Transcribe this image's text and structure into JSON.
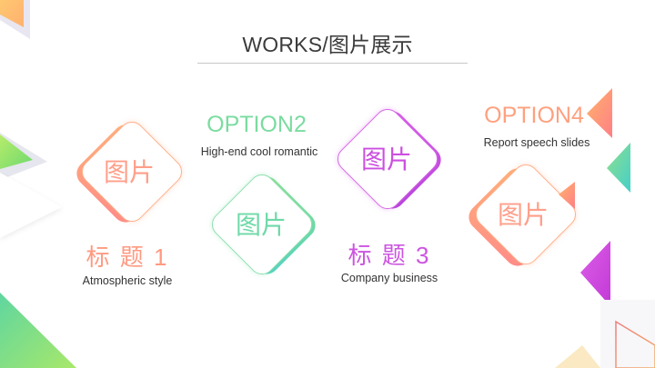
{
  "header": {
    "title": "WORKS/图片展示"
  },
  "items": [
    {
      "id": 1,
      "image_placeholder": "图片",
      "heading": "标 题 1",
      "caption": "Atmospheric style",
      "color_from": "#ffb27a",
      "color_to": "#ff8a8a"
    },
    {
      "id": 2,
      "image_placeholder": "图片",
      "heading": "OPTION2",
      "caption": "High-end cool romantic",
      "color_from": "#8ee08a",
      "color_to": "#4fd1c5"
    },
    {
      "id": 3,
      "image_placeholder": "图片",
      "heading": "标 题 3",
      "caption": "Company business",
      "color_from": "#d95ee6",
      "color_to": "#b341d9"
    },
    {
      "id": 4,
      "image_placeholder": "图片",
      "heading": "OPTION4",
      "caption": "Report speech slides",
      "color_from": "#ffb27a",
      "color_to": "#ff8a8a"
    }
  ],
  "colors": {
    "orange": "#ff9f7a",
    "green": "#6fd9a8",
    "purple": "#cc4fe0",
    "title_text": "#3b3b3b",
    "rule": "#c8c8c8"
  }
}
